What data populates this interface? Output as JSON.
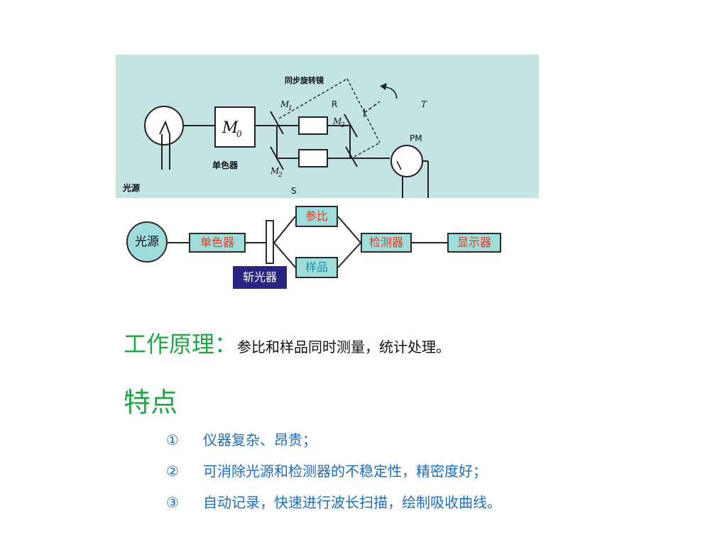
{
  "top_diagram": {
    "sync_label": "同步旋转镜",
    "m_labels": [
      "M",
      "M",
      "M"
    ],
    "m_subscripts": [
      "1",
      "2",
      "3"
    ],
    "r_label": "R",
    "s_label": "S",
    "t_label": "T",
    "pm_label": "PM",
    "m0_label": "M",
    "m0_subscript": "0",
    "mono_label": "单色器",
    "source_label": "光源"
  },
  "flow": {
    "source": "光源",
    "mono": "单色器",
    "chopper": "斩光器",
    "reference": "参比",
    "sample": "样品",
    "detector": "检测器",
    "display": "显示器"
  },
  "principle": {
    "title": "工作原理：",
    "text": "参比和样品同时测量，统计处理。"
  },
  "features": {
    "title": "特点",
    "items": [
      {
        "num": "①",
        "text": "仪器复杂、昂贵；"
      },
      {
        "num": "②",
        "text": "可消除光源和检测器的不稳定性，精密度好；"
      },
      {
        "num": "③",
        "text": "自动记录，快速进行波长扫描，绘制吸收曲线。"
      }
    ]
  }
}
